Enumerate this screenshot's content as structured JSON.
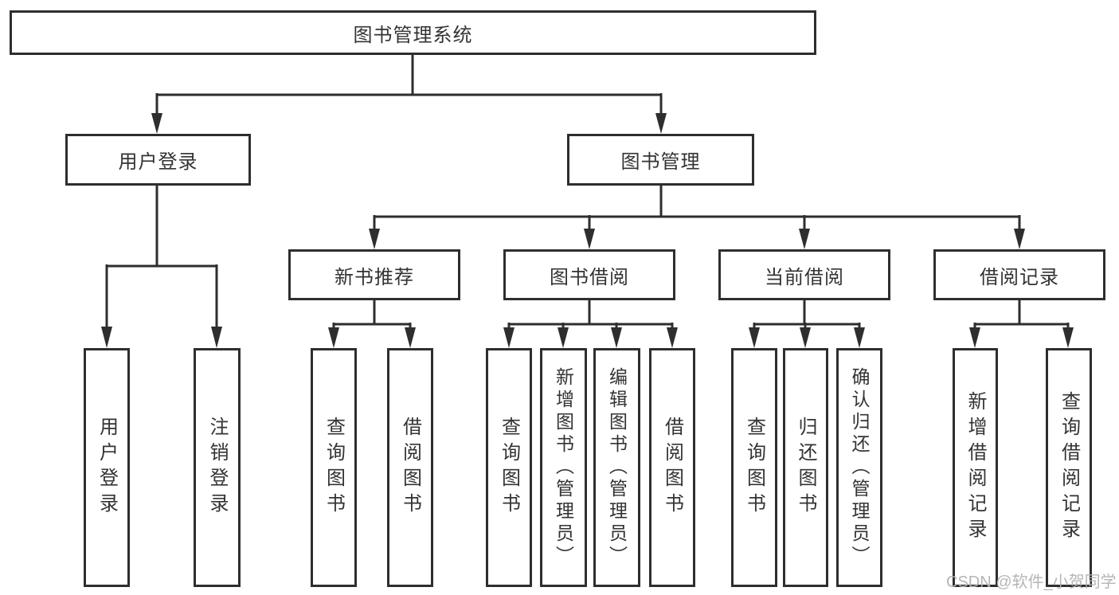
{
  "diagram": {
    "root": "图书管理系统",
    "branches": {
      "user_login": "用户登录",
      "book_management": "图书管理"
    },
    "modules": {
      "new_book_recommend": "新书推荐",
      "book_borrow": "图书借阅",
      "current_borrow": "当前借阅",
      "borrow_records": "借阅记录"
    },
    "leaves": {
      "user_login": "用户登录",
      "logout": "注销登录",
      "nb_query_books": "查询图书",
      "nb_borrow_books": "借阅图书",
      "bb_query_books": "查询图书",
      "bb_add_books": "新增图书（管理员）",
      "bb_edit_books": "编辑图书（管理员）",
      "bb_borrow_books": "借阅图书",
      "cb_query_books": "查询图书",
      "cb_return_books": "归还图书",
      "cb_confirm_return": "确认归还（管理员）",
      "br_add_record": "新增借阅记录",
      "br_query_record": "查询借阅记录"
    }
  },
  "watermark": "CSDN @软件_小贺同学",
  "colors": {
    "line": "#2e2e2e",
    "text": "#333333",
    "watermark": "#b2b2b2",
    "background": "#ffffff"
  }
}
